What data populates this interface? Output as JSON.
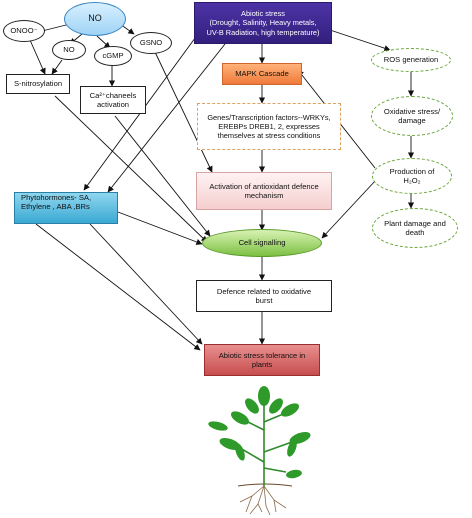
{
  "nodes": {
    "no": "NO",
    "onoo": "ONOO⁻",
    "no_small": "NO",
    "cgmp": "cGMP",
    "gsno": "GSNO",
    "s_nitrosylation": "S-nitrosylation",
    "ca_line1": "Ca²⁺chaneels",
    "ca_line2": "activation",
    "abiotic_line1": "Abiotic stress",
    "abiotic_line2": "(Drought, Salinity, Heavy metals,",
    "abiotic_line3": "UV-B Radiation, high temperature)",
    "mapk": "MAPK Cascade",
    "genes_line1": "Genes/Transcription factors--WRKYs,",
    "genes_line2": "EREBPs DREB1, 2, expresses",
    "genes_line3": "themselves at stress conditions",
    "antiox_line1": "Activation of antioxidant defence",
    "antiox_line2": "mechanism",
    "cell_signalling": "Cell signalling",
    "phyto_line1": "Phytohormones- SA,",
    "phyto_line2": "Ethylene , ABA ,BRs",
    "defence_line1": "Defence related to oxidative",
    "defence_line2": "burst",
    "tolerance_line1": "Abiotic stress tolerance in",
    "tolerance_line2": "plants",
    "ros": "ROS generation",
    "oxstress_line1": "Oxidative stress/",
    "oxstress_line2": "damage",
    "production_line1": "Production of",
    "production_line2": "H₂O₂",
    "damage_line1": "Plant damage and",
    "damage_line2": "death"
  },
  "colors": {
    "no_oval": "#9fd3f5",
    "abiotic": "#3b2a8f",
    "mapk": "#f0883e",
    "antiox": "#f6d0d0",
    "cell_signalling": "#7cc043",
    "phytohormones": "#3aa9d3",
    "tolerance": "#c84e4e",
    "ros_border": "#6aa63a",
    "plant_leaf": "#2e9a2a"
  },
  "icons": {
    "plant": "plant-illustration"
  }
}
